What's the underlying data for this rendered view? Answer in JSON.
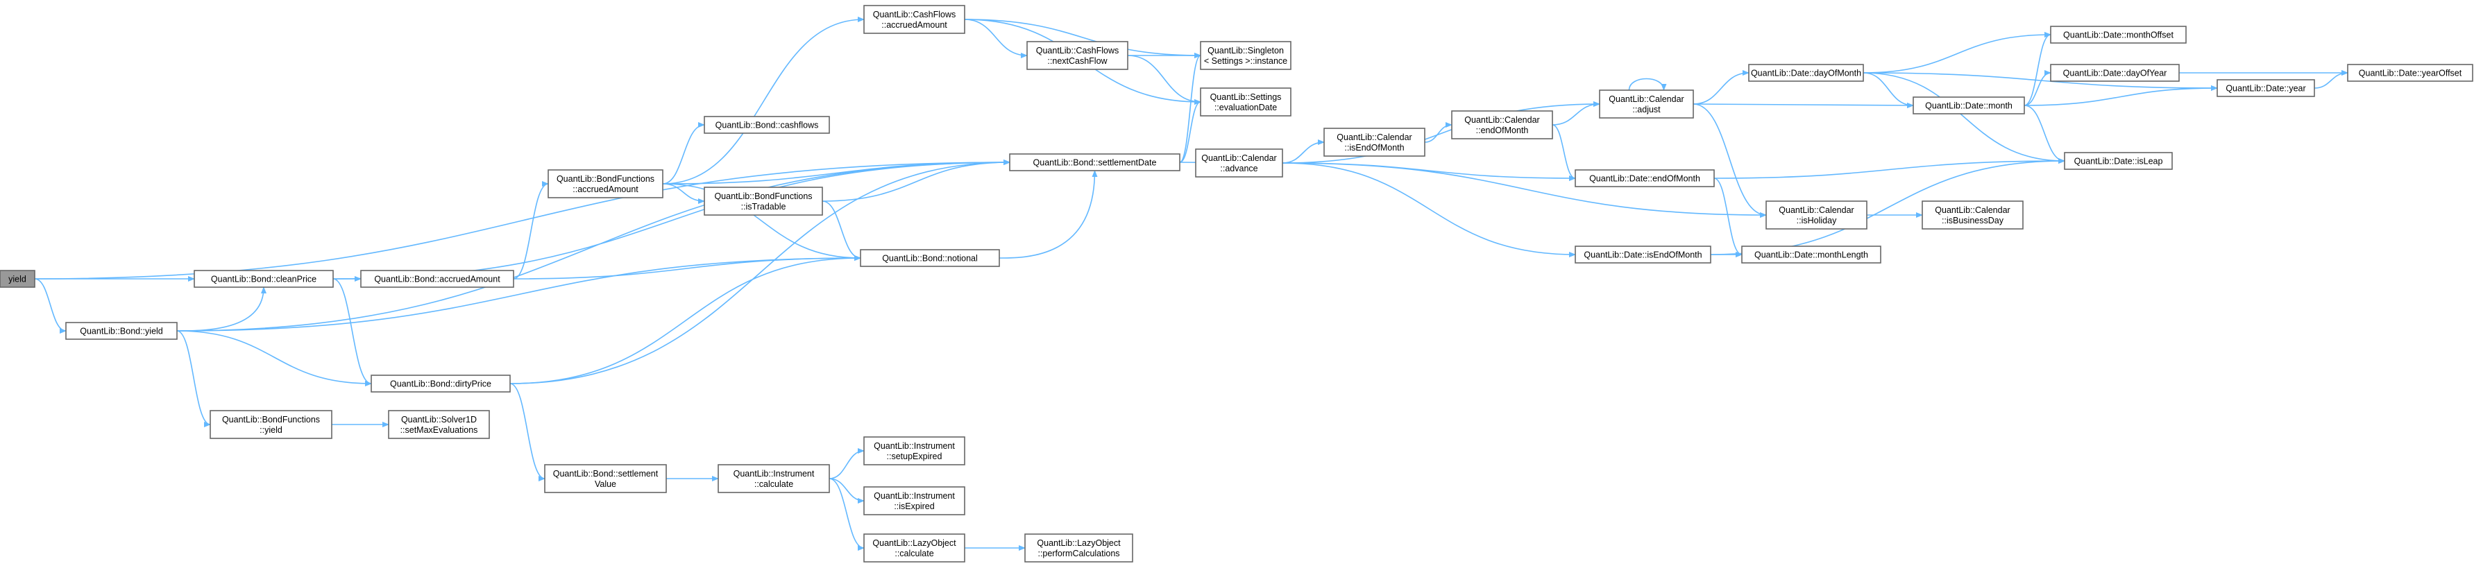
{
  "diagram": {
    "type": "call-graph",
    "edge_color": "#63b8ff",
    "root_fill": "#999999",
    "node_border": "#666666",
    "nodes": [
      {
        "id": "yield_root",
        "lines": [
          "yield"
        ],
        "root": true
      },
      {
        "id": "bond_cleanPrice",
        "lines": [
          "QuantLib::Bond::cleanPrice"
        ]
      },
      {
        "id": "bond_yield",
        "lines": [
          "QuantLib::Bond::yield"
        ]
      },
      {
        "id": "bond_settlementDate",
        "lines": [
          "QuantLib::Bond::settlementDate"
        ]
      },
      {
        "id": "bond_accruedAmount",
        "lines": [
          "QuantLib::Bond::accruedAmount"
        ]
      },
      {
        "id": "bond_dirtyPrice",
        "lines": [
          "QuantLib::Bond::dirtyPrice"
        ]
      },
      {
        "id": "bond_notional",
        "lines": [
          "QuantLib::Bond::notional"
        ]
      },
      {
        "id": "bondfunctions_yield",
        "lines": [
          "QuantLib::BondFunctions",
          "::yield"
        ]
      },
      {
        "id": "solver_setMaxEval",
        "lines": [
          "QuantLib::Solver1D",
          "::setMaxEvaluations"
        ]
      },
      {
        "id": "bondfunctions_accruedAmount",
        "lines": [
          "QuantLib::BondFunctions",
          "::accruedAmount"
        ]
      },
      {
        "id": "cashflows_accruedAmount",
        "lines": [
          "QuantLib::CashFlows",
          "::accruedAmount"
        ]
      },
      {
        "id": "bond_cashflows",
        "lines": [
          "QuantLib::Bond::cashflows"
        ]
      },
      {
        "id": "bondfunctions_isTradable",
        "lines": [
          "QuantLib::BondFunctions",
          "::isTradable"
        ]
      },
      {
        "id": "cashflows_nextCashFlow",
        "lines": [
          "QuantLib::CashFlows",
          "::nextCashFlow"
        ]
      },
      {
        "id": "singleton_instance",
        "lines": [
          "QuantLib::Singleton",
          "< Settings >::instance"
        ]
      },
      {
        "id": "settings_evaluationDate",
        "lines": [
          "QuantLib::Settings",
          "::evaluationDate"
        ]
      },
      {
        "id": "bond_settlementValue",
        "lines": [
          "QuantLib::Bond::settlement",
          "Value"
        ]
      },
      {
        "id": "instrument_calculate",
        "lines": [
          "QuantLib::Instrument",
          "::calculate"
        ]
      },
      {
        "id": "instrument_setupExpired",
        "lines": [
          "QuantLib::Instrument",
          "::setupExpired"
        ]
      },
      {
        "id": "instrument_isExpired",
        "lines": [
          "QuantLib::Instrument",
          "::isExpired"
        ]
      },
      {
        "id": "lazyobject_calculate",
        "lines": [
          "QuantLib::LazyObject",
          "::calculate"
        ]
      },
      {
        "id": "lazyobject_performCalculations",
        "lines": [
          "QuantLib::LazyObject",
          "::performCalculations"
        ]
      },
      {
        "id": "calendar_advance",
        "lines": [
          "QuantLib::Calendar",
          "::advance"
        ]
      },
      {
        "id": "calendar_isEndOfMonth",
        "lines": [
          "QuantLib::Calendar",
          "::isEndOfMonth"
        ]
      },
      {
        "id": "calendar_endOfMonth",
        "lines": [
          "QuantLib::Calendar",
          "::endOfMonth"
        ]
      },
      {
        "id": "calendar_adjust",
        "lines": [
          "QuantLib::Calendar",
          "::adjust"
        ]
      },
      {
        "id": "date_endOfMonth",
        "lines": [
          "QuantLib::Date::endOfMonth"
        ]
      },
      {
        "id": "date_isEndOfMonth",
        "lines": [
          "QuantLib::Date::isEndOfMonth"
        ]
      },
      {
        "id": "calendar_isHoliday",
        "lines": [
          "QuantLib::Calendar",
          "::isHoliday"
        ]
      },
      {
        "id": "date_monthLength",
        "lines": [
          "QuantLib::Date::monthLength"
        ]
      },
      {
        "id": "date_dayOfMonth",
        "lines": [
          "QuantLib::Date::dayOfMonth"
        ]
      },
      {
        "id": "date_month",
        "lines": [
          "QuantLib::Date::month"
        ]
      },
      {
        "id": "calendar_isBusinessDay",
        "lines": [
          "QuantLib::Calendar",
          "::isBusinessDay"
        ]
      },
      {
        "id": "date_monthOffset",
        "lines": [
          "QuantLib::Date::monthOffset"
        ]
      },
      {
        "id": "date_dayOfYear",
        "lines": [
          "QuantLib::Date::dayOfYear"
        ]
      },
      {
        "id": "date_year",
        "lines": [
          "QuantLib::Date::year"
        ]
      },
      {
        "id": "date_isLeap",
        "lines": [
          "QuantLib::Date::isLeap"
        ]
      },
      {
        "id": "date_yearOffset",
        "lines": [
          "QuantLib::Date::yearOffset"
        ]
      }
    ],
    "edges": [
      [
        "yield_root",
        "bond_cleanPrice"
      ],
      [
        "yield_root",
        "bond_yield"
      ],
      [
        "yield_root",
        "bond_settlementDate"
      ],
      [
        "bond_yield",
        "bond_cleanPrice"
      ],
      [
        "bond_yield",
        "bond_dirtyPrice"
      ],
      [
        "bond_yield",
        "bondfunctions_yield"
      ],
      [
        "bond_yield",
        "bond_notional"
      ],
      [
        "bond_yield",
        "bond_settlementDate"
      ],
      [
        "bond_cleanPrice",
        "bond_accruedAmount"
      ],
      [
        "bond_cleanPrice",
        "bond_dirtyPrice"
      ],
      [
        "bond_cleanPrice",
        "bond_settlementDate"
      ],
      [
        "bond_accruedAmount",
        "bondfunctions_accruedAmount"
      ],
      [
        "bond_accruedAmount",
        "bond_notional"
      ],
      [
        "bond_dirtyPrice",
        "bond_settlementValue"
      ],
      [
        "bond_dirtyPrice",
        "bond_notional"
      ],
      [
        "bond_dirtyPrice",
        "bond_settlementDate"
      ],
      [
        "bondfunctions_yield",
        "solver_setMaxEval"
      ],
      [
        "bondfunctions_accruedAmount",
        "cashflows_accruedAmount"
      ],
      [
        "bondfunctions_accruedAmount",
        "bond_cashflows"
      ],
      [
        "bondfunctions_accruedAmount",
        "bondfunctions_isTradable"
      ],
      [
        "bondfunctions_accruedAmount",
        "bond_settlementDate"
      ],
      [
        "bondfunctions_accruedAmount",
        "bond_notional"
      ],
      [
        "bondfunctions_isTradable",
        "bond_settlementDate"
      ],
      [
        "bondfunctions_isTradable",
        "bond_notional"
      ],
      [
        "cashflows_accruedAmount",
        "cashflows_nextCashFlow"
      ],
      [
        "cashflows_accruedAmount",
        "singleton_instance"
      ],
      [
        "cashflows_accruedAmount",
        "settings_evaluationDate"
      ],
      [
        "cashflows_nextCashFlow",
        "singleton_instance"
      ],
      [
        "cashflows_nextCashFlow",
        "settings_evaluationDate"
      ],
      [
        "bond_notional",
        "bond_settlementDate"
      ],
      [
        "bond_settlementDate",
        "singleton_instance"
      ],
      [
        "bond_settlementDate",
        "settings_evaluationDate"
      ],
      [
        "bond_settlementDate",
        "calendar_advance"
      ],
      [
        "bond_settlementValue",
        "instrument_calculate"
      ],
      [
        "instrument_calculate",
        "instrument_setupExpired"
      ],
      [
        "instrument_calculate",
        "instrument_isExpired"
      ],
      [
        "instrument_calculate",
        "lazyobject_calculate"
      ],
      [
        "lazyobject_calculate",
        "lazyobject_performCalculations"
      ],
      [
        "calendar_advance",
        "calendar_isEndOfMonth"
      ],
      [
        "calendar_advance",
        "calendar_adjust"
      ],
      [
        "calendar_advance",
        "date_endOfMonth"
      ],
      [
        "calendar_advance",
        "calendar_isHoliday"
      ],
      [
        "calendar_advance",
        "date_isEndOfMonth"
      ],
      [
        "calendar_isEndOfMonth",
        "calendar_endOfMonth"
      ],
      [
        "calendar_endOfMonth",
        "calendar_adjust"
      ],
      [
        "calendar_endOfMonth",
        "date_endOfMonth"
      ],
      [
        "calendar_adjust",
        "calendar_adjust"
      ],
      [
        "calendar_adjust",
        "date_dayOfMonth"
      ],
      [
        "calendar_adjust",
        "date_month"
      ],
      [
        "calendar_adjust",
        "calendar_isHoliday"
      ],
      [
        "date_endOfMonth",
        "date_isLeap"
      ],
      [
        "date_endOfMonth",
        "date_monthLength"
      ],
      [
        "date_isEndOfMonth",
        "date_monthLength"
      ],
      [
        "date_isEndOfMonth",
        "date_isLeap"
      ],
      [
        "calendar_isHoliday",
        "calendar_isBusinessDay"
      ],
      [
        "date_dayOfMonth",
        "date_monthOffset"
      ],
      [
        "date_dayOfMonth",
        "date_month"
      ],
      [
        "date_dayOfMonth",
        "date_year"
      ],
      [
        "date_dayOfMonth",
        "date_isLeap"
      ],
      [
        "date_month",
        "date_dayOfYear"
      ],
      [
        "date_month",
        "date_monthOffset"
      ],
      [
        "date_month",
        "date_year"
      ],
      [
        "date_month",
        "date_isLeap"
      ],
      [
        "date_dayOfYear",
        "date_yearOffset"
      ],
      [
        "date_year",
        "date_yearOffset"
      ]
    ]
  }
}
